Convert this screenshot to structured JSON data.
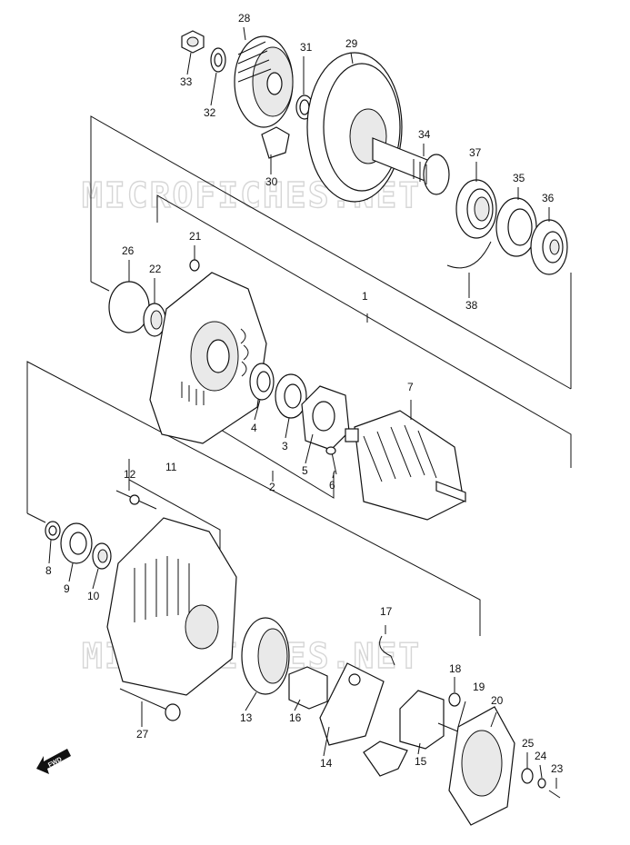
{
  "watermark": "MICROFICHES.NET",
  "fwd_label": "FWD",
  "parts": [
    "1",
    "2",
    "3",
    "4",
    "5",
    "6",
    "7",
    "8",
    "9",
    "10",
    "11",
    "12",
    "13",
    "14",
    "15",
    "16",
    "17",
    "18",
    "19",
    "20",
    "21",
    "22",
    "23",
    "24",
    "25",
    "26",
    "27",
    "28",
    "29",
    "30",
    "31",
    "32",
    "33",
    "34",
    "35",
    "36",
    "37",
    "38"
  ]
}
